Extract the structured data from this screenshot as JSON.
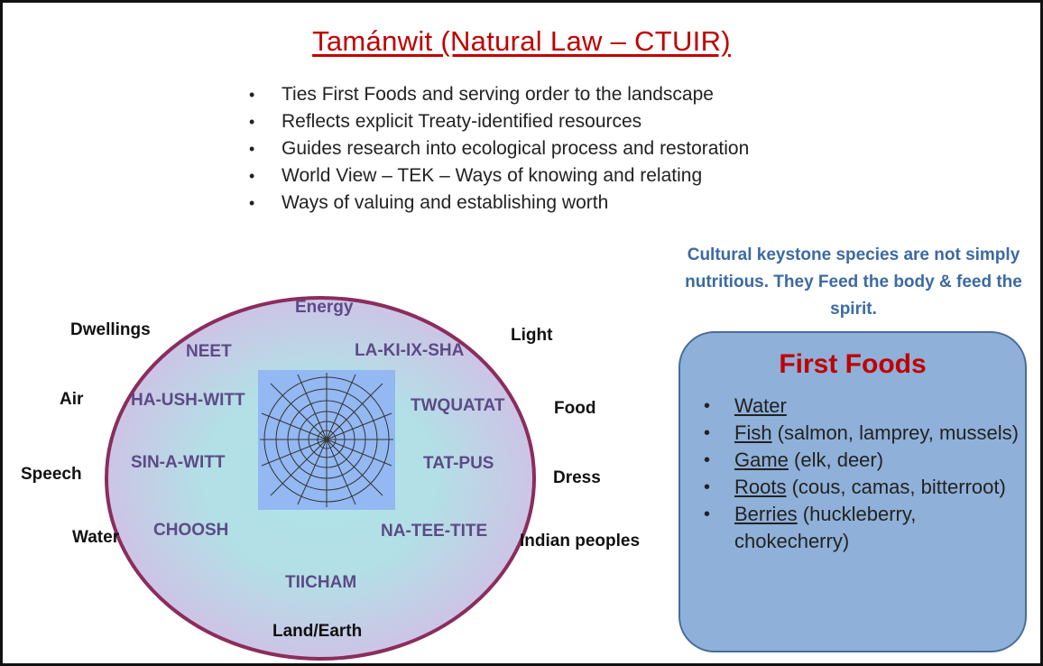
{
  "title": "Tamánwit (Natural Law – CTUIR)",
  "bullets": [
    "Ties First Foods and serving order to the landscape",
    "Reflects explicit Treaty-identified resources",
    "Guides research into ecological process and restoration",
    "World View – TEK – Ways of knowing and relating",
    "Ways of valuing and establishing worth"
  ],
  "keystone_note": "Cultural keystone species are not simply nutritious.  They Feed the body & feed the spirit.",
  "diagram": {
    "outer_labels": {
      "dwellings": "Dwellings",
      "light": "Light",
      "air": "Air",
      "food": "Food",
      "speech": "Speech",
      "dress": "Dress",
      "water": "Water",
      "indian_peoples": "Indian peoples",
      "land_earth": "Land/Earth"
    },
    "inner_labels": {
      "energy": "Energy",
      "neet": "NEET",
      "la_ki_ix_sha": "LA-KI-IX-SHA",
      "ha_ush_witt": "HA-USH-WITT",
      "twquatat": "TWQUATAT",
      "sin_a_witt": "SIN-A-WITT",
      "tat_pus": "TAT-PUS",
      "choosh": "CHOOSH",
      "na_tee_tite": "NA-TEE-TITE",
      "tiicham": "TIICHAM"
    },
    "colors": {
      "ellipse_border": "#8b2d5c",
      "ellipse_fill_outer": "#c9c3e3",
      "ellipse_fill_inner": "#aee4e8",
      "web_square": "#93b8f2",
      "inner_text": "#5d4a86"
    }
  },
  "first_foods": {
    "title": "First Foods",
    "items": [
      {
        "name": "Water",
        "detail": ""
      },
      {
        "name": "Fish",
        "detail": " (salmon, lamprey, mussels)"
      },
      {
        "name": "Game",
        "detail": " (elk, deer)"
      },
      {
        "name": "Roots",
        "detail": " (cous, camas, bitterroot)"
      },
      {
        "name": "Berries",
        "detail": " (huckleberry, chokecherry)"
      }
    ],
    "colors": {
      "card_fill": "#8fb0d8",
      "card_border": "#4a6c9c",
      "title": "#c00000"
    }
  }
}
